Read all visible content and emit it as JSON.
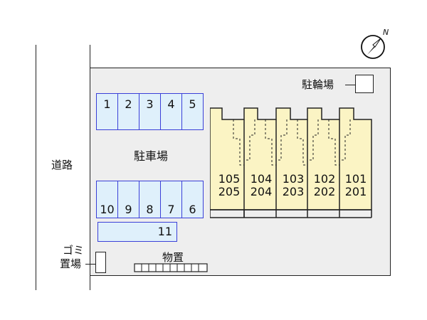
{
  "road_label": "道路",
  "parking_label": "駐車場",
  "bicycle_label": "駐輪場",
  "storage_label": "物置",
  "garbage_label_line1": "ゴミ",
  "garbage_label_line2": "置場",
  "compass_letter": "N",
  "spaces_top": [
    "1",
    "2",
    "3",
    "4",
    "5"
  ],
  "spaces_bottom": [
    "10",
    "9",
    "8",
    "7",
    "6"
  ],
  "space_wide": "11",
  "units": [
    {
      "upper": "105",
      "lower": "205"
    },
    {
      "upper": "104",
      "lower": "204"
    },
    {
      "upper": "103",
      "lower": "203"
    },
    {
      "upper": "102",
      "lower": "202"
    },
    {
      "upper": "101",
      "lower": "201"
    }
  ],
  "colors": {
    "space_fill": "#dff0fb",
    "space_border": "#3a3fd8",
    "building_fill": "#fbf4c4",
    "lot_fill": "#eeeeee"
  }
}
